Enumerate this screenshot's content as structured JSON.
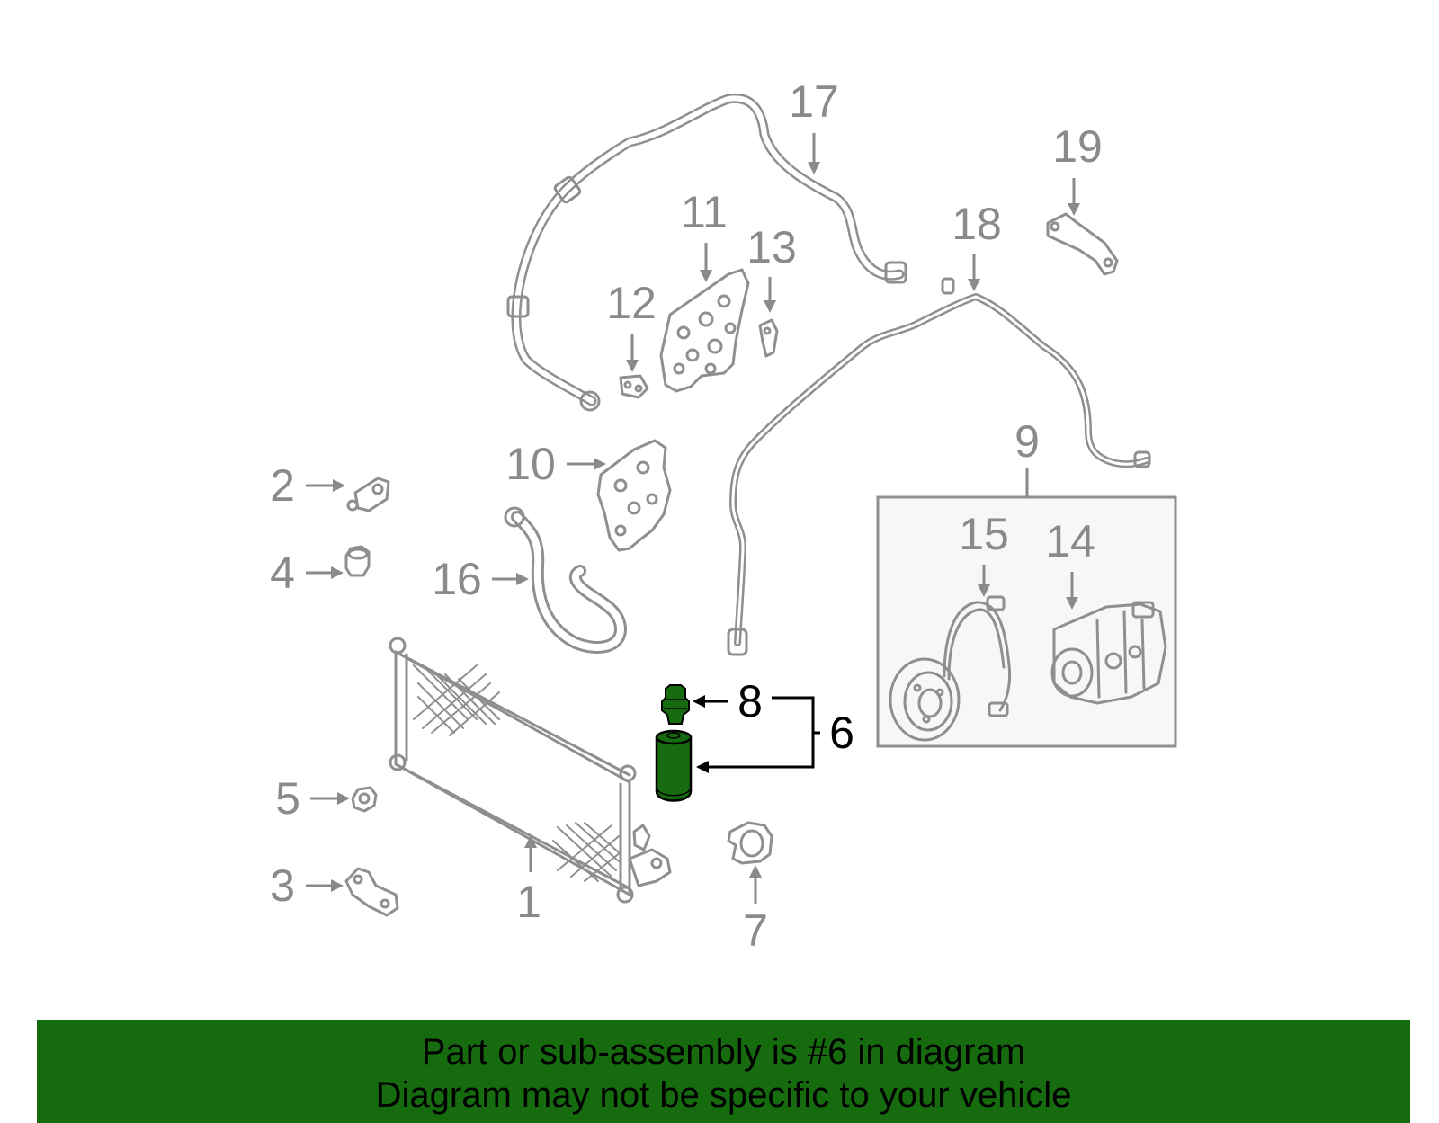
{
  "diagram": {
    "labels": {
      "p1": "1",
      "p2": "2",
      "p3": "3",
      "p4": "4",
      "p5": "5",
      "p6": "6",
      "p7": "7",
      "p8": "8",
      "p9": "9",
      "p10": "10",
      "p11": "11",
      "p12": "12",
      "p13": "13",
      "p14": "14",
      "p15": "15",
      "p16": "16",
      "p17": "17",
      "p18": "18",
      "p19": "19"
    },
    "highlighted_part": "6",
    "colors": {
      "part_line": "#8f8f8f",
      "label_gray": "#8a8a8a",
      "highlight_fill": "#156b0e",
      "banner_bg": "#156b0e",
      "kit_box_bg": "#f7f7f7"
    }
  },
  "banner": {
    "line1": "Part or sub-assembly is #6 in diagram",
    "line2": "Diagram may not be specific to your vehicle"
  }
}
